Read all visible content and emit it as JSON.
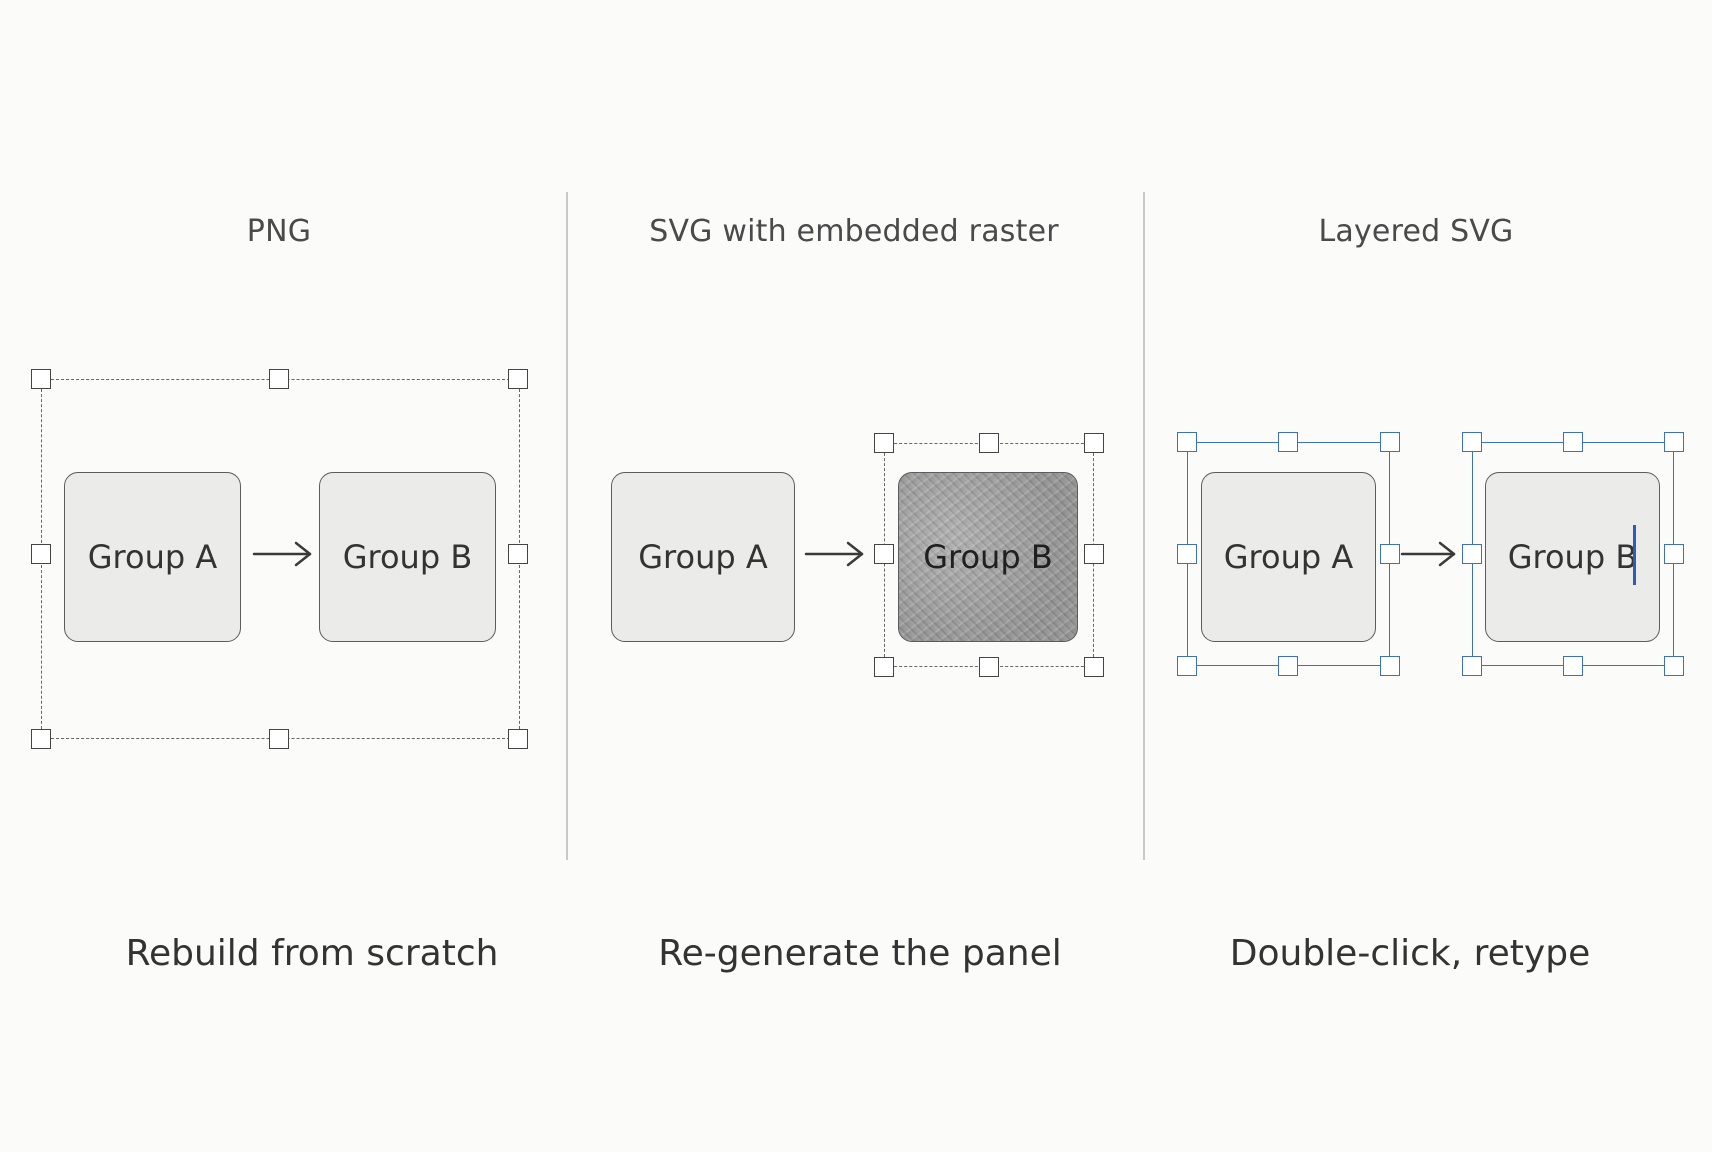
{
  "columns": [
    {
      "title": "PNG",
      "caption": "Rebuild from scratch",
      "group_a": "Group A",
      "group_b": "Group B"
    },
    {
      "title": "SVG with embedded raster",
      "caption": "Re-generate the panel",
      "group_a": "Group A",
      "group_b": "Group B"
    },
    {
      "title": "Layered SVG",
      "caption": "Double-click, retype",
      "group_a": "Group A",
      "group_b": "Group B"
    }
  ],
  "colors": {
    "background": "#fbfbfa",
    "box_fill": "#ebebea",
    "raster_fill": "#9e9e9e",
    "selection_blue": "#3d6fc4",
    "dashed_selection": "#666666"
  },
  "icons": {
    "arrow": "arrow-right-icon",
    "handle": "square-handle-icon",
    "caret": "text-cursor-icon"
  }
}
